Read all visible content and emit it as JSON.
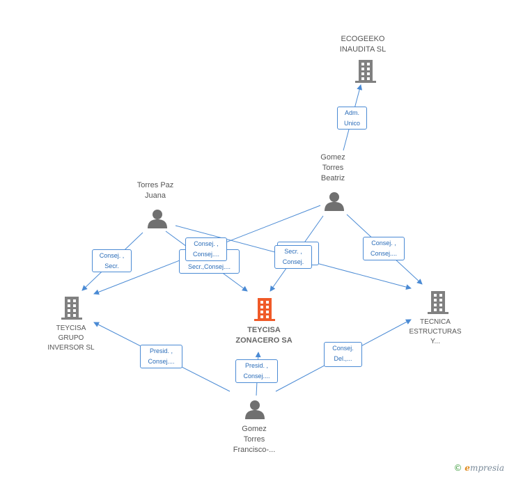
{
  "colors": {
    "edge": "#4a8ad4",
    "company_icon": "#808080",
    "focus_icon": "#f05a28",
    "person_icon": "#707070"
  },
  "nodes": {
    "ecogeeko": {
      "label": "ECOGEEKO\nINAUDITA  SL",
      "icon": "building-icon"
    },
    "gomez_beatriz": {
      "label": "Gomez\nTorres\nBeatriz",
      "icon": "person-icon"
    },
    "torres_paz": {
      "label": "Torres Paz\nJuana",
      "icon": "person-icon"
    },
    "teycisa_grupo": {
      "label": "TEYCISA\nGRUPO\nINVERSOR SL",
      "icon": "building-icon"
    },
    "teycisa_zonacero": {
      "label": "TEYCISA\nZONACERO SA",
      "icon": "building-icon"
    },
    "tecnica": {
      "label": "TECNICA\nESTRUCTURAS\nY...",
      "icon": "building-icon"
    },
    "gomez_francisco": {
      "label": "Gomez\nTorres\nFrancisco-...",
      "icon": "person-icon"
    }
  },
  "relations": {
    "adm_unico": "Adm.\nUnico",
    "consej_secr": "Consej. ,\nSecr.",
    "consej_consej": "Consej. ,\nConsej....",
    "secr_consej_top": "Secr.,Consej....",
    "secr_consej_b": "Secr. ,\nConsej.",
    "consej_consej_b": "Consej. ,\nConsej....",
    "presid_consej_left": "Presid. ,\nConsej....",
    "presid_consej_mid": "Presid. ,\nConsej....",
    "consej_del": "Consej.\nDel.,..."
  },
  "brand": {
    "copyright": "©",
    "e": "e",
    "name": "mpresia"
  }
}
